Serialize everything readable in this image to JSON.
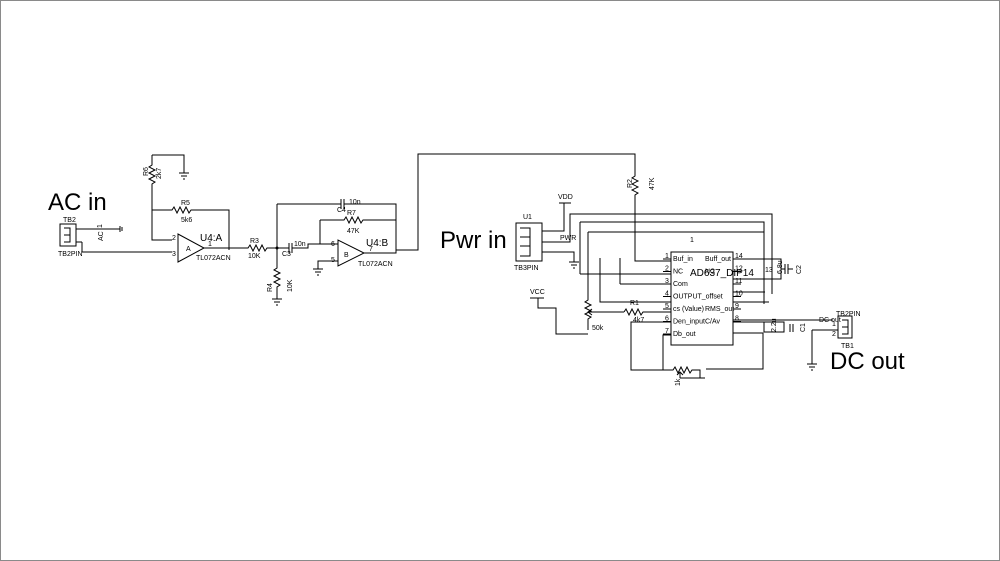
{
  "labels": {
    "ac_in": "AC in",
    "pwr_in": "Pwr in",
    "dc_out": "DC out"
  },
  "tb2": {
    "ref": "TB2",
    "part": "TB2PIN",
    "pin1": "1",
    "net": "AC"
  },
  "u4a": {
    "ref": "U4:A",
    "part": "TL072ACN",
    "pin2": "2",
    "pin3": "3",
    "pin1": "1",
    "unit": "A"
  },
  "u4b": {
    "ref": "U4:B",
    "part": "TL072ACN",
    "pin6": "6",
    "pin5": "5",
    "pin7": "7",
    "unit": "B"
  },
  "r6": {
    "ref": "R6",
    "value": "2k7"
  },
  "r5": {
    "ref": "R5",
    "value": "5k6"
  },
  "r3": {
    "ref": "R3",
    "value": "10K"
  },
  "c3": {
    "ref": "C3",
    "value": "10n"
  },
  "r4": {
    "ref": "R4",
    "value": "10K"
  },
  "c4": {
    "ref": "C4",
    "value": "10n"
  },
  "r7": {
    "ref": "R7",
    "value": "47K"
  },
  "r2": {
    "ref": "R2",
    "value": "47K"
  },
  "u1": {
    "ref": "U1",
    "part": "TB3PIN",
    "net": "PWR"
  },
  "vdd": "VDD",
  "vcc": "VCC",
  "ic": {
    "title": "1",
    "part": "AD637_DIP14",
    "left_pins": [
      {
        "num": "1",
        "name": "Buf_in"
      },
      {
        "num": "2",
        "name": "NC"
      },
      {
        "num": "3",
        "name": "Com"
      },
      {
        "num": "4",
        "name": "OUTPUT_offset"
      },
      {
        "num": "5",
        "name": "cs (Value)"
      },
      {
        "num": "6",
        "name": "Den_input"
      },
      {
        "num": "7",
        "name": "Db_out"
      }
    ],
    "right_pins": [
      {
        "num": "14",
        "name": "Buff_out"
      },
      {
        "num": "12",
        "name": "NC"
      },
      {
        "num": "11",
        "name": ""
      },
      {
        "num": "10",
        "name": ""
      },
      {
        "num": "9",
        "name": "RMS_out"
      },
      {
        "num": "8",
        "name": "C/Av"
      }
    ],
    "pin13": "13"
  },
  "pot1": {
    "value": "50k"
  },
  "r1": {
    "ref": "R1",
    "value": "4k7"
  },
  "pot2": {
    "value": "1k"
  },
  "c2": {
    "ref": "C2",
    "value": "6.8u"
  },
  "c1": {
    "ref": "C1",
    "value": "2.2u"
  },
  "tb1": {
    "ref": "TB1",
    "part": "TB2PIN",
    "pin1": "1",
    "pin2": "2",
    "net": "DC out"
  }
}
